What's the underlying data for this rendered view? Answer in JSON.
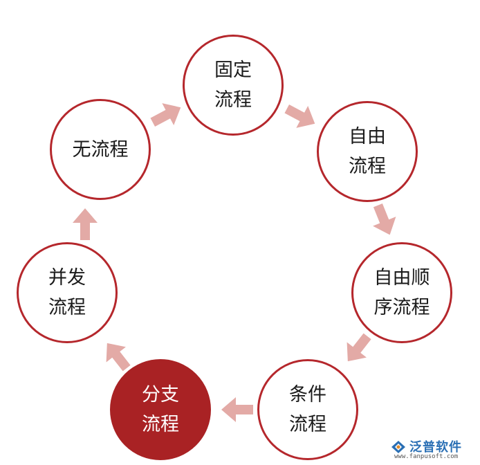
{
  "nodes": {
    "fixed": {
      "label": "固定\n流程"
    },
    "free": {
      "label": "自由\n流程"
    },
    "free_seq": {
      "label": "自由顺\n序流程"
    },
    "condition": {
      "label": "条件\n流程"
    },
    "branch": {
      "label": "分支\n流程"
    },
    "parallel": {
      "label": "并发\n流程"
    },
    "none": {
      "label": "无流程"
    }
  },
  "colors": {
    "circle_border": "#b5272c",
    "highlight_fill": "#a92224",
    "arrow_fill": "#e3aaa6"
  },
  "watermark": {
    "name": "泛普软件",
    "url": "www.fanpusoft.com"
  }
}
